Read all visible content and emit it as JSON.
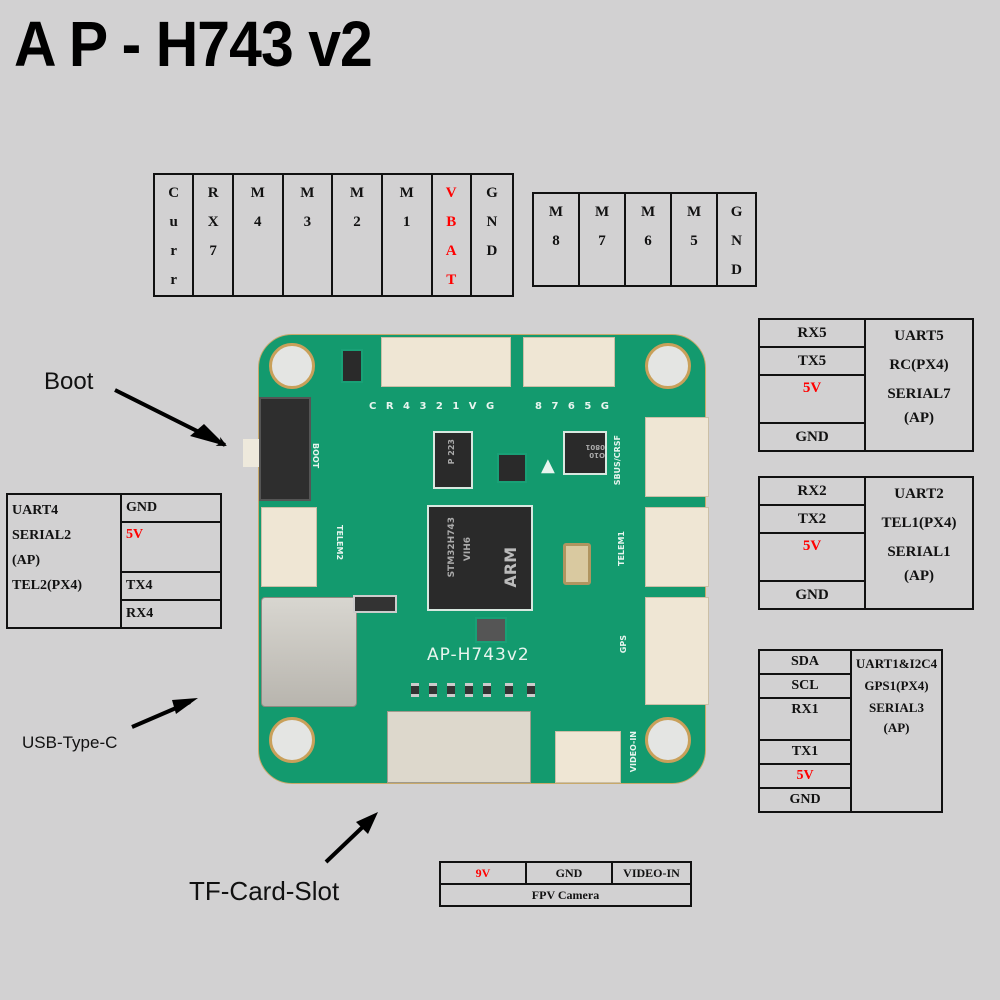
{
  "title": "A P - H743 v2",
  "colors": {
    "background": "#d2d1d2",
    "board": "#139a6e",
    "highlight": "#ff0000",
    "text": "#111111"
  },
  "top_left_header": {
    "columns": [
      {
        "chars": [
          "C",
          "u",
          "r",
          "r"
        ],
        "highlight": false
      },
      {
        "chars": [
          "R",
          "X",
          "7"
        ],
        "highlight": false
      },
      {
        "chars": [
          "M",
          "4"
        ],
        "highlight": false
      },
      {
        "chars": [
          "M",
          "3"
        ],
        "highlight": false
      },
      {
        "chars": [
          "M",
          "2"
        ],
        "highlight": false
      },
      {
        "chars": [
          "M",
          "1"
        ],
        "highlight": false
      },
      {
        "chars": [
          "V",
          "B",
          "A",
          "T"
        ],
        "highlight": true
      },
      {
        "chars": [
          "G",
          "N",
          "D"
        ],
        "highlight": false
      }
    ]
  },
  "top_right_header": {
    "columns": [
      {
        "chars": [
          "M",
          "8"
        ],
        "highlight": false
      },
      {
        "chars": [
          "M",
          "7"
        ],
        "highlight": false
      },
      {
        "chars": [
          "M",
          "6"
        ],
        "highlight": false
      },
      {
        "chars": [
          "M",
          "5"
        ],
        "highlight": false
      },
      {
        "chars": [
          "G",
          "N",
          "D"
        ],
        "highlight": false
      }
    ]
  },
  "uart5": {
    "pins": [
      "RX5",
      "TX5",
      "5V",
      "GND"
    ],
    "desc": [
      "UART5",
      "RC(PX4)",
      "SERIAL7",
      "(AP)"
    ]
  },
  "uart2": {
    "pins": [
      "RX2",
      "TX2",
      "5V",
      "GND"
    ],
    "desc": [
      "UART2",
      "TEL1(PX4)",
      "SERIAL1",
      "(AP)"
    ]
  },
  "uart1": {
    "pins": [
      "SDA",
      "SCL",
      "RX1",
      "TX1",
      "5V",
      "GND"
    ],
    "desc": [
      "UART1&I2C4",
      "GPS1(PX4)",
      "SERIAL3",
      "(AP)"
    ]
  },
  "uart4": {
    "desc": [
      "UART4",
      "SERIAL2",
      "(AP)",
      "TEL2(PX4)"
    ],
    "pins": [
      "GND",
      "5V",
      "TX4",
      "RX4"
    ]
  },
  "fpv": {
    "pins": [
      "9V",
      "GND",
      "VIDEO-IN"
    ],
    "caption": "FPV Camera"
  },
  "callouts": {
    "boot": "Boot",
    "usb": "USB-Type-C",
    "tf": "TF-Card-Slot"
  },
  "board_silkscreen": {
    "name": "AP-H743v2",
    "motor_left_pins": "C R 4 3 2 1 V G",
    "motor_right_pins": "8 7 6 5 G",
    "boot": "BOOT",
    "telem2": "TELEM2",
    "telem1": "TELEM1",
    "sbus": "SBUS/CRSF",
    "gps": "GPS",
    "video_in": "VIDEO-IN",
    "mcu_line1": "STM32H743",
    "mcu_line2": "VIH6",
    "mcu_brand": "ARM",
    "baro_marking": "P 223",
    "imu_marking": "O10 0801"
  }
}
